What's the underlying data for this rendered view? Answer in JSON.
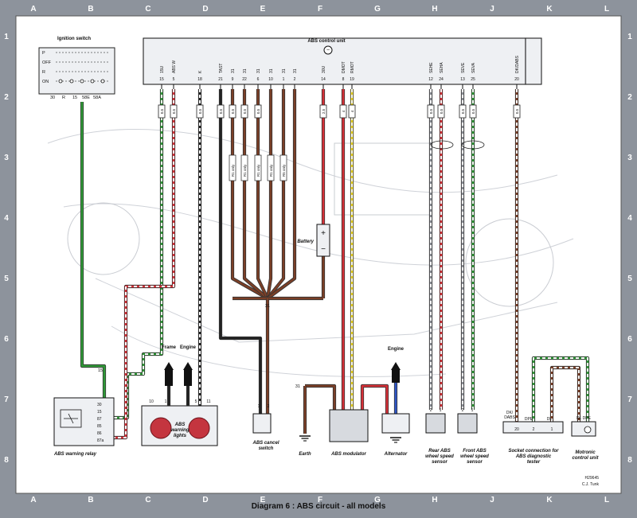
{
  "grid": {
    "columns": [
      "A",
      "B",
      "C",
      "D",
      "E",
      "F",
      "G",
      "H",
      "J",
      "K",
      "L"
    ],
    "rows": [
      "1",
      "2",
      "3",
      "4",
      "5",
      "6",
      "7",
      "8"
    ]
  },
  "title": "Diagram 6 : ABS circuit - all models",
  "ref": {
    "code": "H29645",
    "author": "C.J. Tunk"
  },
  "ignition_switch": {
    "label": "Ignition switch",
    "positions": [
      "P",
      "OFF",
      "R",
      "ON"
    ],
    "terminals": [
      "30",
      "R",
      "15",
      "58E",
      "58A"
    ]
  },
  "abs_unit": {
    "label": "ABS control unit",
    "pins": [
      {
        "name": "15U",
        "num": "15"
      },
      {
        "name": "ABS W",
        "num": "5"
      },
      {
        "name": "K",
        "num": "18"
      },
      {
        "name": "TAST",
        "num": "21"
      },
      {
        "name": "31",
        "num": "9"
      },
      {
        "name": "31",
        "num": "22"
      },
      {
        "name": "31",
        "num": "6"
      },
      {
        "name": "31",
        "num": "10"
      },
      {
        "name": "31",
        "num": "1"
      },
      {
        "name": "31",
        "num": "2"
      },
      {
        "name": "30U",
        "num": "14"
      },
      {
        "name": "DMOT",
        "num": "8"
      },
      {
        "name": "RMOT",
        "num": "19"
      },
      {
        "name": "SEHE",
        "num": "12"
      },
      {
        "name": "SEHA",
        "num": "24"
      },
      {
        "name": "SEVE",
        "num": "13"
      },
      {
        "name": "SEVA",
        "num": "25"
      },
      {
        "name": "DK/DABS",
        "num": "20"
      }
    ]
  },
  "wire_sizes": [
    "0.5",
    "0.5",
    "0.5",
    "0.5",
    "0.5",
    "0.5",
    "0.5",
    "2.5",
    "4",
    "4",
    "0.5",
    "0.5",
    "0.5",
    "0.5",
    "0.5"
  ],
  "resistor_labels": [
    "R1 only",
    "R1 only",
    "R1 only",
    "R1 only",
    "R5 only"
  ],
  "battery": {
    "label": "Battery",
    "plus": "+",
    "minus": "−"
  },
  "labels": {
    "frame": "Frame",
    "engine": "Engine",
    "engine2": "Engine",
    "ground_31": "31",
    "terminal_31": "31",
    "terminal_15": "15",
    "warning_lights": "ABS\nwarning\nlights",
    "warning_relay": "ABS warning relay",
    "relay_terminals": [
      "30",
      "15",
      "87",
      "85",
      "86",
      "87a"
    ],
    "lights_terminals": [
      "10",
      "1",
      "5",
      "11"
    ],
    "cancel_switch": "ABS cancel\nswitch",
    "cancel_terminals": [
      "1",
      "2"
    ],
    "earth": "Earth",
    "modulator": "ABS modulator",
    "alternator": "Alternator",
    "rear_sensor": "Rear ABS\nwheel speed\nsensor",
    "front_sensor": "Front ABS\nwheel speed\nsensor",
    "sensor_terminals": [
      "2",
      "1"
    ],
    "socket": "Socket connection for\nABS diagnostic\ntester",
    "socket_pins": [
      "DK/\nDABS",
      "DPE",
      "DL"
    ],
    "socket_nums": [
      "20",
      "2",
      "1"
    ],
    "motronic": "Motronic\ncontrol unit",
    "motronic_pins": [
      "DL DPE"
    ]
  },
  "colors": {
    "green": "#2f9a37",
    "red": "#d63138",
    "brown": "#7b3f27",
    "black": "#222222",
    "yellow": "#f2dc2b",
    "blue": "#2f56c6",
    "grey": "#8c8f96",
    "white": "#ffffff",
    "sheet": "#ffffff",
    "border": "#8d939c"
  }
}
